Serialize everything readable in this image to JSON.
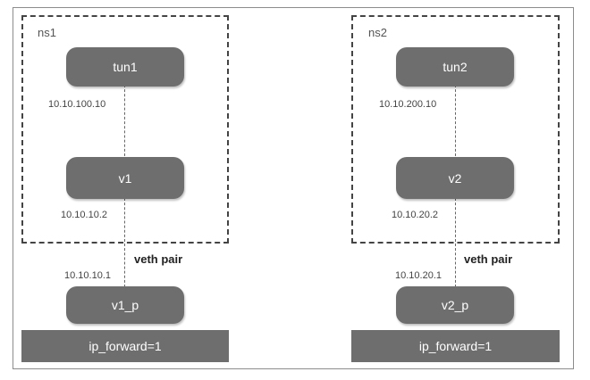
{
  "namespaces": [
    {
      "label": "ns1",
      "tun": {
        "name": "tun1",
        "ip": "10.10.100.10"
      },
      "veth": {
        "name": "v1",
        "ip": "10.10.10.2"
      },
      "peer": {
        "name": "v1_p",
        "ip": "10.10.10.1"
      },
      "veth_pair_label": "veth pair",
      "forward_label": "ip_forward=1"
    },
    {
      "label": "ns2",
      "tun": {
        "name": "tun2",
        "ip": "10.10.200.10"
      },
      "veth": {
        "name": "v2",
        "ip": "10.10.20.2"
      },
      "peer": {
        "name": "v2_p",
        "ip": "10.10.20.1"
      },
      "veth_pair_label": "veth pair",
      "forward_label": "ip_forward=1"
    }
  ]
}
